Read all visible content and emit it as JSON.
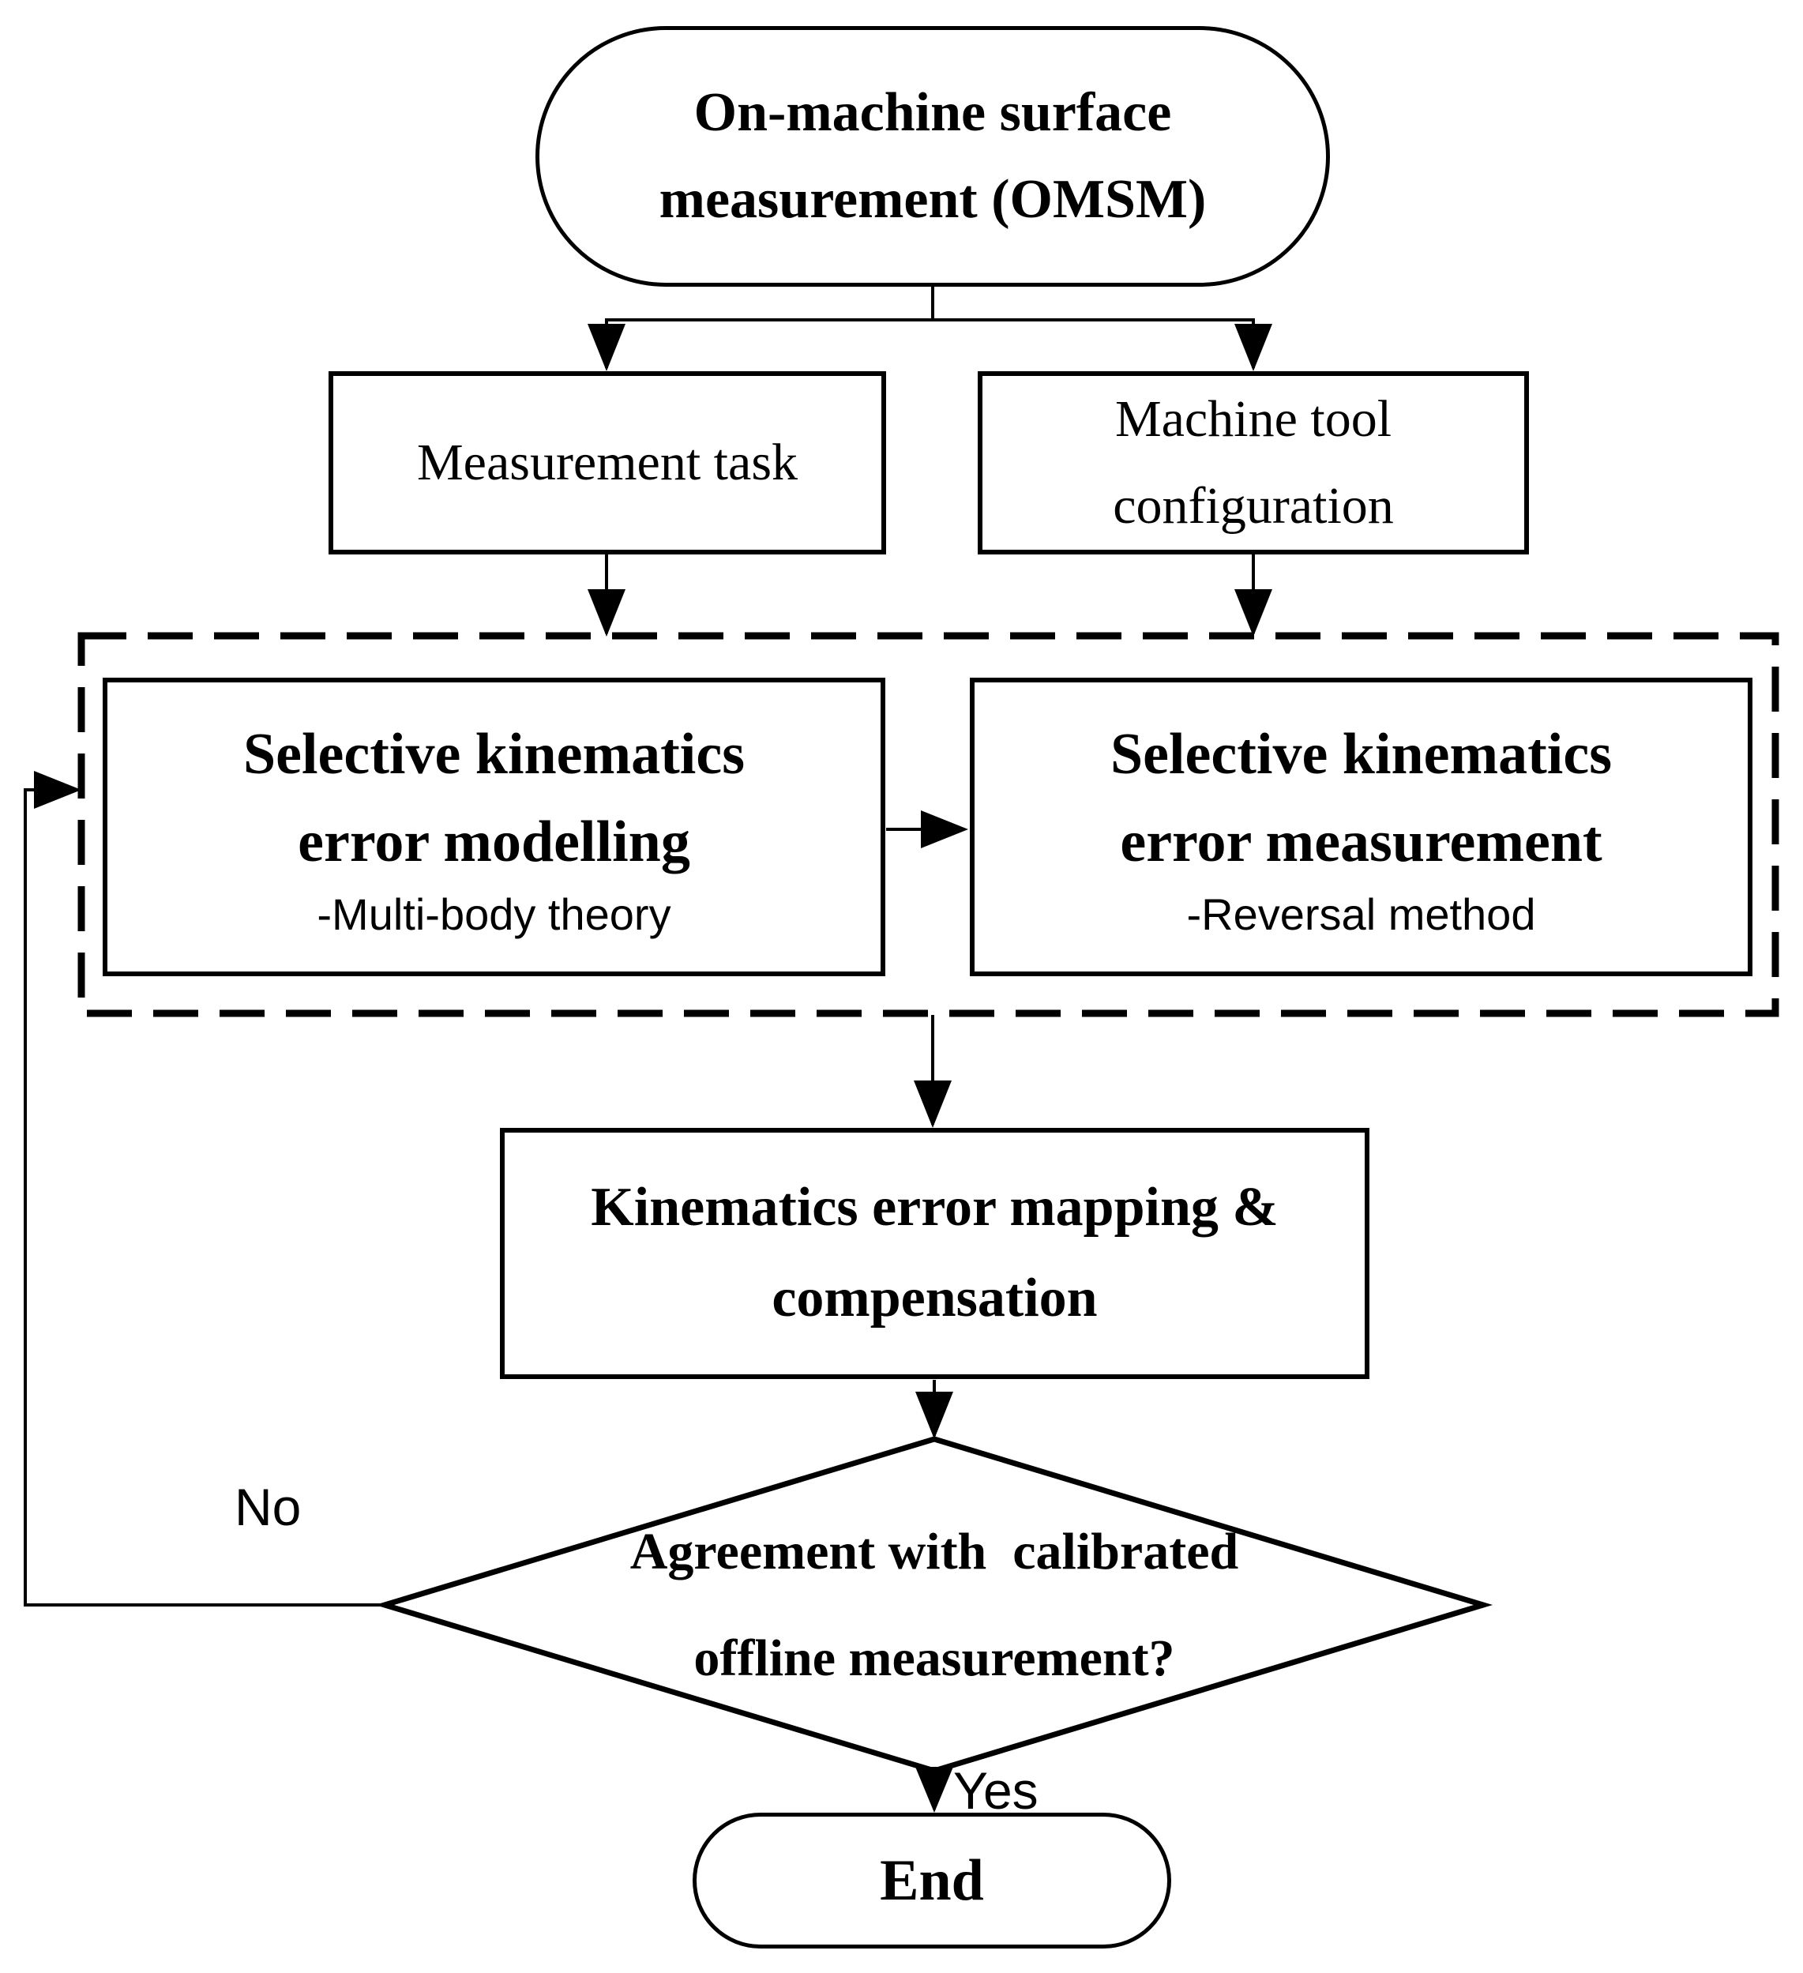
{
  "figure": {
    "background_color": "#ffffff",
    "stroke_color": "#000000"
  },
  "nodes": {
    "start": {
      "shape": "stadium",
      "label": "On-machine surface\nmeasurement (OMSM)"
    },
    "measurement_task": {
      "shape": "rect",
      "label": "Measurement task"
    },
    "machine_tool_configuration": {
      "shape": "rect",
      "label": "Machine tool\nconfiguration"
    },
    "selective_kinematics_error_modelling": {
      "shape": "rect",
      "title": "Selective kinematics\nerror modelling",
      "subtitle": "-Multi-body theory"
    },
    "selective_kinematics_error_measurement": {
      "shape": "rect",
      "title": "Selective kinematics\nerror measurement",
      "subtitle": "-Reversal method"
    },
    "kinematics_error_mapping_compensation": {
      "shape": "rect",
      "label": "Kinematics error mapping &\ncompensation"
    },
    "decision": {
      "shape": "diamond",
      "label": "Agreement with  calibrated\noffline measurement?"
    },
    "end": {
      "shape": "stadium",
      "label": "End"
    }
  },
  "edge_labels": {
    "no": "No",
    "yes": "Yes"
  }
}
